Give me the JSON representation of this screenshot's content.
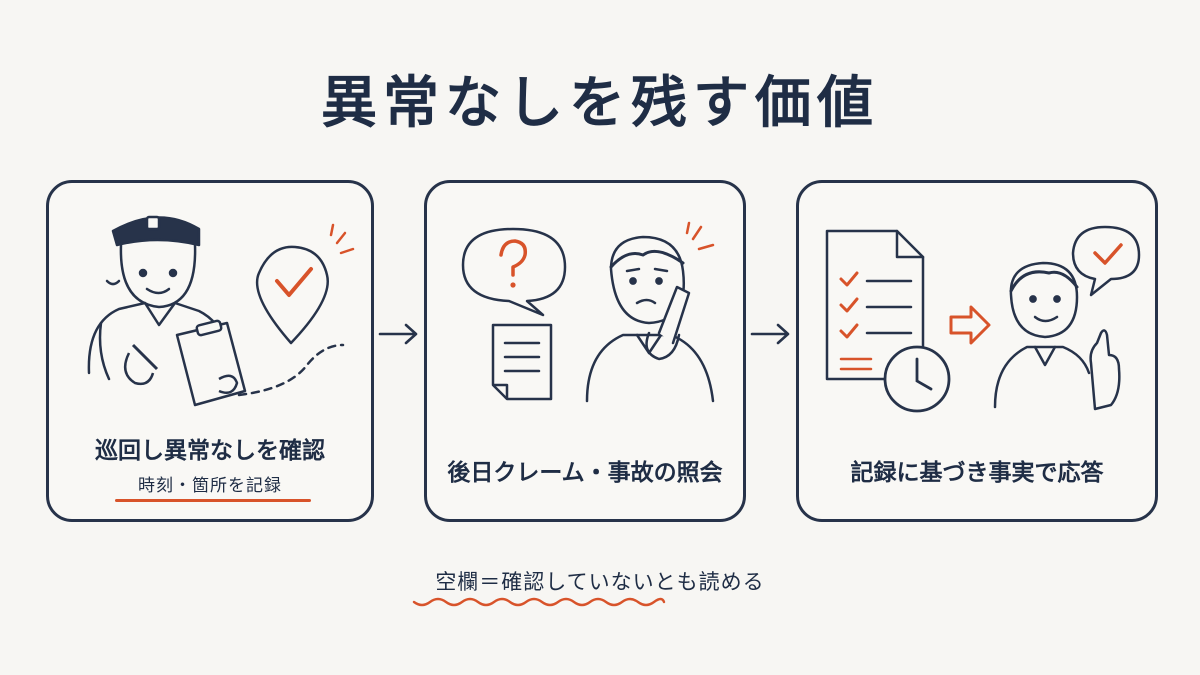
{
  "title": "異常なしを残す価値",
  "steps": [
    {
      "caption": "巡回し異常なしを確認",
      "sub": "時刻・箇所を記録"
    },
    {
      "caption": "後日クレーム・事故の照会"
    },
    {
      "caption": "記録に基づき事実で応答"
    }
  ],
  "note": "空欄＝確認していないとも読める",
  "icons": [
    "guard-icon",
    "clipboard-icon",
    "map-pin-check-icon",
    "question-bubble-icon",
    "document-icon",
    "phone-caller-icon",
    "checklist-icon",
    "clock-icon",
    "right-arrow-icon",
    "responder-icon",
    "check-bubble-icon"
  ],
  "colors": {
    "ink": "#1f2d45",
    "accent": "#d8532a",
    "background": "#f7f6f3"
  }
}
